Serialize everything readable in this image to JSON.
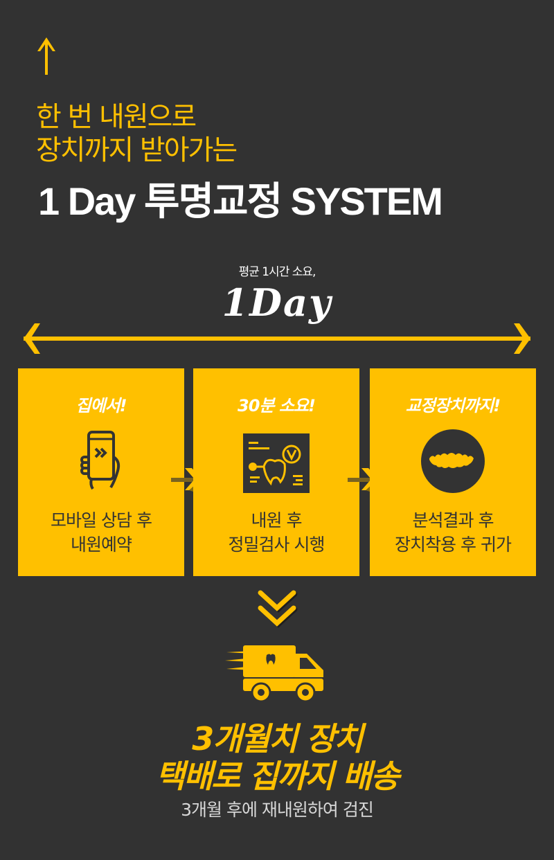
{
  "colors": {
    "background": "#323232",
    "accent": "#FFC000",
    "text_light": "#ffffff",
    "text_dark": "#333333"
  },
  "header": {
    "icon": "up-arrow-icon",
    "subtitle_line1": "한 번 내원으로",
    "subtitle_line2": "장치까지 받아가는",
    "title": "1 Day 투명교정 SYSTEM"
  },
  "duration": {
    "caption": "평균 1시간 소요,",
    "label": "1Day",
    "icon": "double-headed-arrow-icon"
  },
  "steps": [
    {
      "heading": "집에서!",
      "icon": "smartphone-hand-icon",
      "line1": "모바일 상담 후",
      "line2": "내원예약"
    },
    {
      "heading": "30분 소요!",
      "icon": "dental-xray-scan-icon",
      "line1": "내원 후",
      "line2": "정밀검사 시행"
    },
    {
      "heading": "교정장치까지!",
      "icon": "teeth-aligner-icon",
      "line1": "분석결과 후",
      "line2": "장치착용 후 귀가"
    }
  ],
  "step_connector_icon": "right-arrow-icon",
  "delivery": {
    "chevron_icon": "double-chevron-down-icon",
    "truck_icon": "delivery-truck-icon",
    "line1": "3개월치 장치",
    "line2": "택배로 집까지 배송",
    "note": "3개월 후에 재내원하여 검진"
  }
}
